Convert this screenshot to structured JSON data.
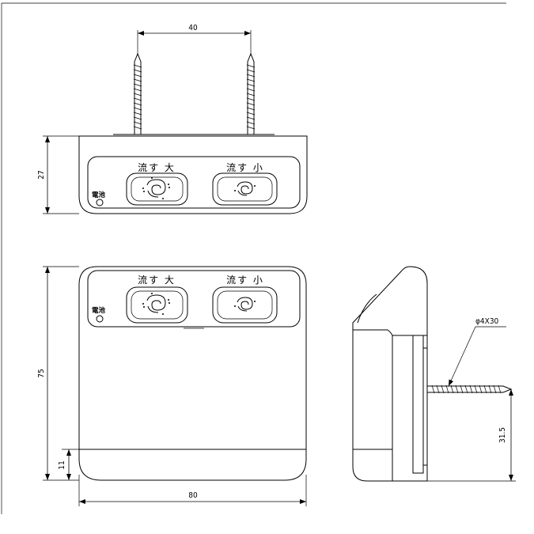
{
  "dimensions": {
    "top_screw_spacing": "40",
    "top_height": "27",
    "front_height": "75",
    "bottom_band": "11",
    "width": "80",
    "screw_spec": "φ4X30",
    "screw_offset": "31.5"
  },
  "labels": {
    "flush_large": "流す 大",
    "flush_small": "流す 小",
    "battery": "電池"
  }
}
